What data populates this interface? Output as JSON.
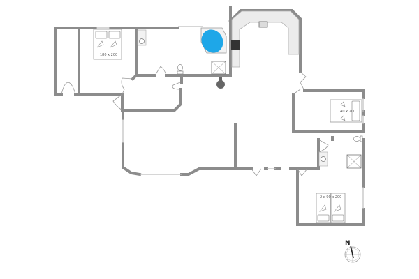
{
  "plan": {
    "type": "floor-plan",
    "rooms": [
      {
        "id": "bedroom-1",
        "bed_label": "180 x 200"
      },
      {
        "id": "bedroom-2",
        "bed_label": "140 x 200"
      },
      {
        "id": "bedroom-3",
        "bed_label": "2 x 90 x 200"
      }
    ],
    "colors": {
      "wall": "#8c8c8c",
      "spa": "#1ea7e8",
      "stove": "#333333",
      "counter": "#ececec"
    },
    "compass": {
      "label": "N"
    }
  }
}
